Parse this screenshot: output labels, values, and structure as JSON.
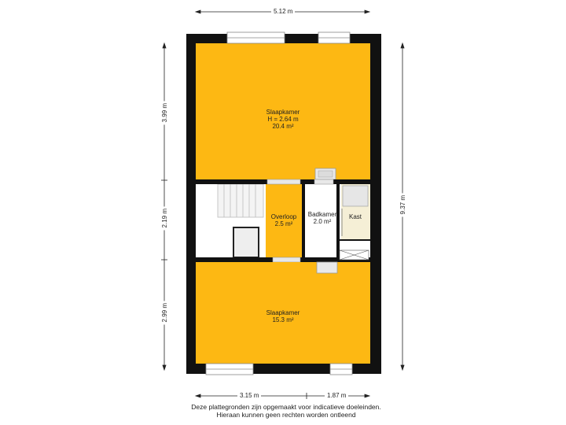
{
  "rooms": {
    "bedroom_top": {
      "name": "Slaapkamer",
      "height": "H = 2.64 m",
      "area": "20.4 m²"
    },
    "landing": {
      "name": "Overloop",
      "area": "2.5 m²"
    },
    "bathroom": {
      "name": "Badkamer",
      "area": "2.0 m²"
    },
    "closet": {
      "name": "Kast"
    },
    "bedroom_bottom": {
      "name": "Slaapkamer",
      "area": "15.3 m²"
    }
  },
  "dimensions": {
    "total_width": "5.12 m",
    "total_height": "9.37 m",
    "left_top": "3.99 m",
    "left_middle": "2.19 m",
    "left_bottom": "2.99 m",
    "bottom_left": "3.15 m",
    "bottom_right": "1.87 m"
  },
  "disclaimer": {
    "line1": "Deze plattegronden zijn opgemaakt voor indicatieve doeleinden.",
    "line2": "Hieraan kunnen geen rechten worden ontleend"
  },
  "colors": {
    "room_fill": "#FDB813",
    "wall": "#111111",
    "floor_white": "#ffffff",
    "closet_fill": "#F5EFD6"
  }
}
